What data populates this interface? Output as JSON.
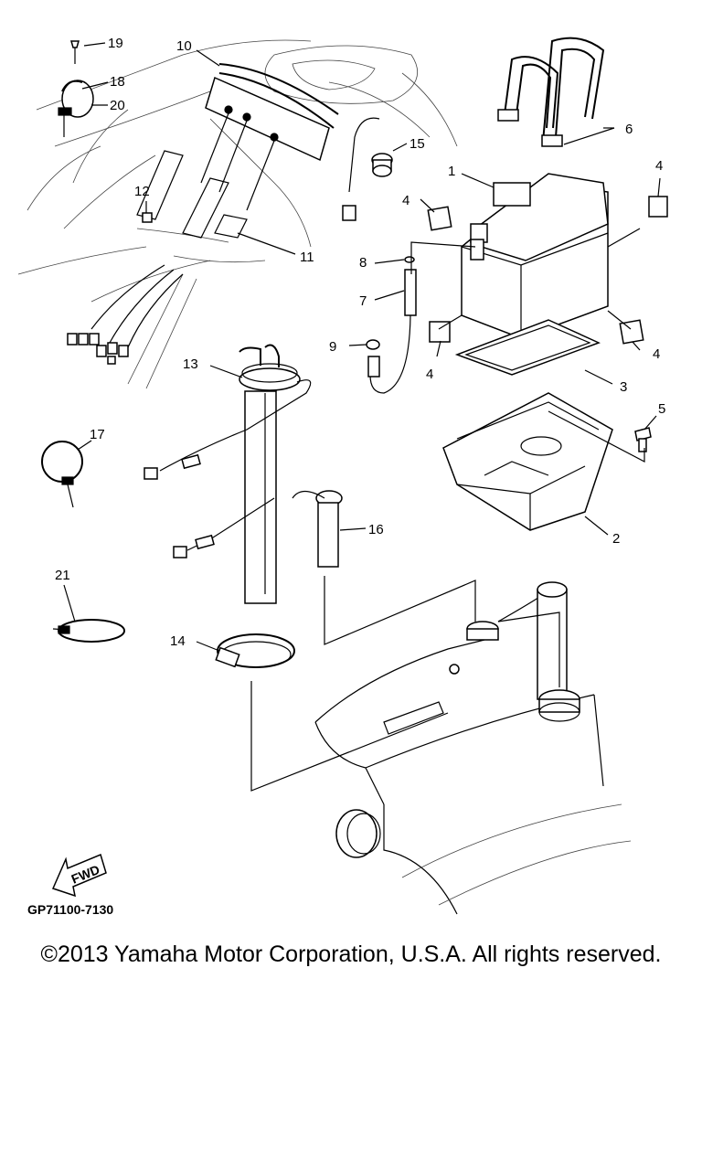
{
  "diagram": {
    "part_code": "GP71100-7130",
    "fwd_label": "FWD",
    "callouts": [
      "1",
      "2",
      "3",
      "4",
      "4",
      "4",
      "4",
      "5",
      "6",
      "7",
      "8",
      "9",
      "10",
      "11",
      "12",
      "13",
      "14",
      "15",
      "16",
      "17",
      "18",
      "19",
      "20",
      "21"
    ]
  },
  "footer": {
    "copyright": "©2013 Yamaha Motor Corporation, U.S.A. All rights reserved."
  }
}
